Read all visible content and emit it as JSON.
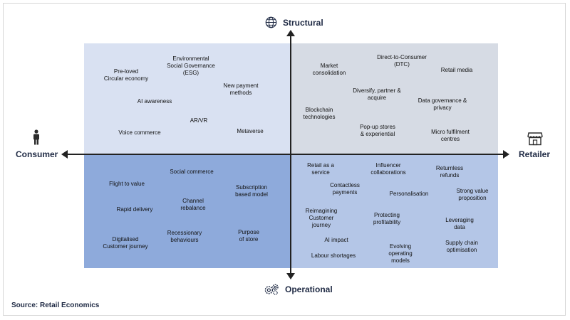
{
  "axes": {
    "top": "Structural",
    "bottom": "Operational",
    "left": "Consumer",
    "right": "Retailer"
  },
  "icons": {
    "top": "globe-icon",
    "bottom": "gears-icon",
    "left": "person-icon",
    "right": "shop-icon"
  },
  "colors": {
    "top_left": "#d9e1f2",
    "top_right": "#d6dbe4",
    "bottom_left": "#8eaadb",
    "bottom_right": "#b4c6e7"
  },
  "quadrants": {
    "top_left": [
      "Environmental\nSocial Governance\n(ESG)",
      "Pre-loved\nCircular economy",
      "New payment\nmethods",
      "AI awareness",
      "AR/VR",
      "Voice commerce",
      "Metaverse"
    ],
    "top_right": [
      "Direct-to-Consumer\n(DTC)",
      "Market\nconsolidation",
      "Retail media",
      "Diversify, partner &\nacquire",
      "Data governance &\nprivacy",
      "Blockchain\ntechnologies",
      "Pop-up stores\n& experiential",
      "Micro fulfilment\ncentres"
    ],
    "bottom_left": [
      "Social commerce",
      "Flight to value",
      "Subscription\nbased model",
      "Channel\nrebalance",
      "Rapid delivery",
      "Purpose\nof store",
      "Recessionary\nbehaviours",
      "Digitalised\nCustomer journey"
    ],
    "bottom_right": [
      "Retail as a\nservice",
      "Influencer\ncollaborations",
      "Returnless\nrefunds",
      "Contactless\npayments",
      "Personalisation",
      "Strong value\nproposition",
      "Reimagining\nCustomer\njourney",
      "Protecting\nprofitability",
      "Leveraging\ndata",
      "AI impact",
      "Supply chain\noptimisation",
      "Evolving\noperating\nmodels",
      "Labour shortages"
    ]
  },
  "source": "Source: Retail Economics"
}
